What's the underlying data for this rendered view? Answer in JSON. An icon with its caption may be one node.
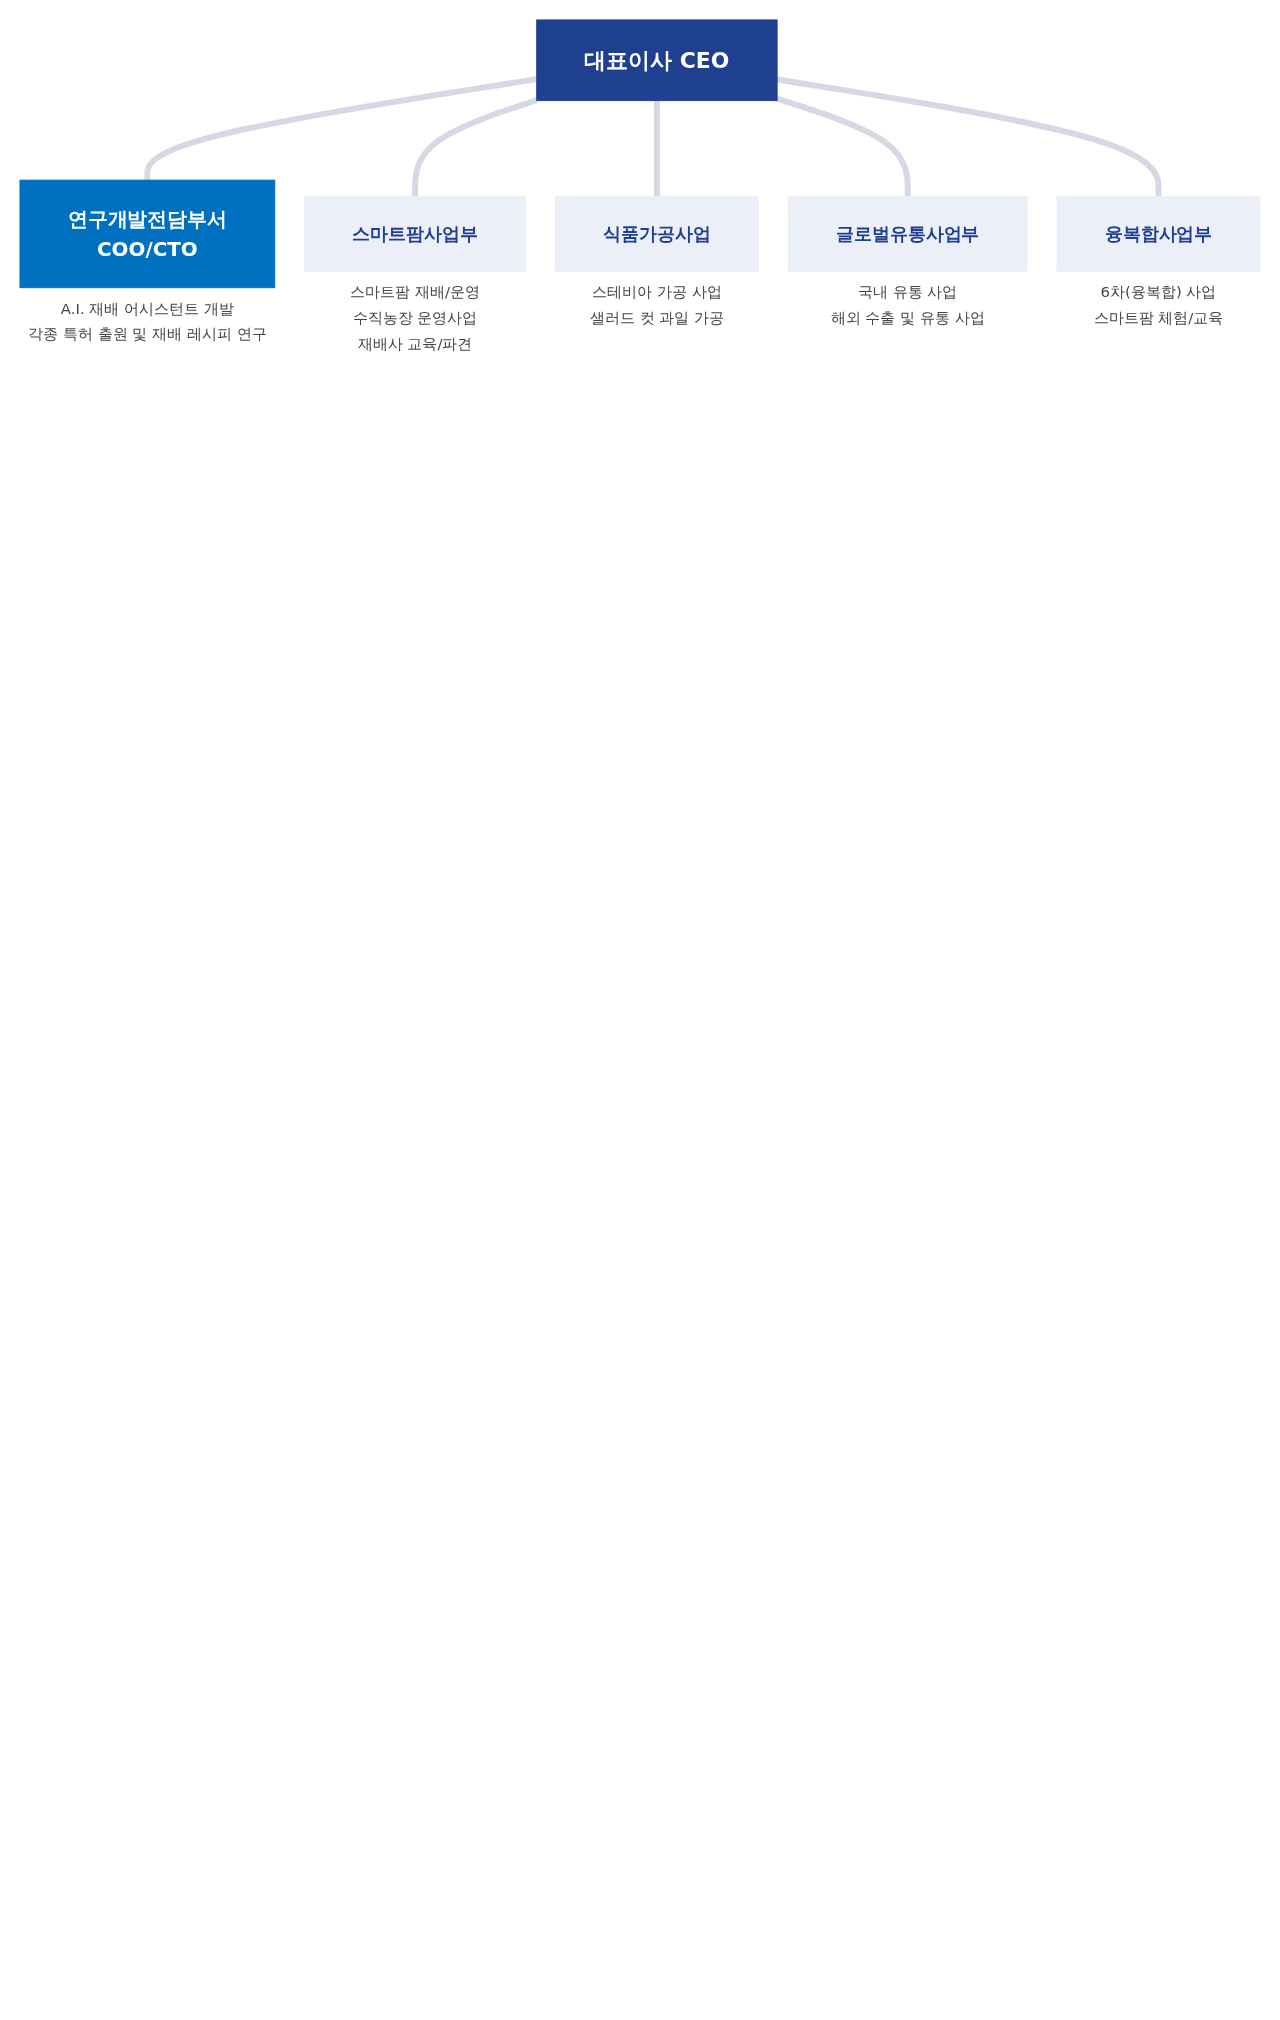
{
  "diagram": {
    "nodes": [
      {
        "text": [
          "대표이사 CEO"
        ]
      },
      {
        "text": [
          "연구개발전담부서",
          "COO/CTO"
        ],
        "beside": [
          "A.I. 재배 어시스턴트 개발",
          "각종 특허 출원 및 재배 레시피 연구"
        ]
      },
      {
        "text": [
          "스마트팜사업부"
        ],
        "beside": [
          "스마트팜 재배/운영",
          "수직농장 운영사업",
          "재배사 교육/파견"
        ]
      },
      {
        "text": [
          "식품가공사업"
        ],
        "beside": [
          "스테비아 가공 사업",
          "샐러드 컷 과일 가공"
        ]
      },
      {
        "text": [
          "글로벌유통사업부"
        ],
        "beside": [
          "국내 유통 사업",
          "해외 수출 및 유통 사업"
        ]
      },
      {
        "text": [
          "융복합사업부"
        ],
        "beside": [
          "6차(융복합) 사업",
          "스마트팜 체험/교육"
        ]
      }
    ],
    "edges": [
      {
        "from": 0,
        "to": 1,
        "arrow": "none"
      },
      {
        "from": 0,
        "to": 2,
        "arrow": "none"
      },
      {
        "from": 0,
        "to": 3,
        "arrow": "none"
      },
      {
        "from": 0,
        "to": 4,
        "arrow": "none"
      },
      {
        "from": 0,
        "to": 5,
        "arrow": "none"
      }
    ]
  }
}
